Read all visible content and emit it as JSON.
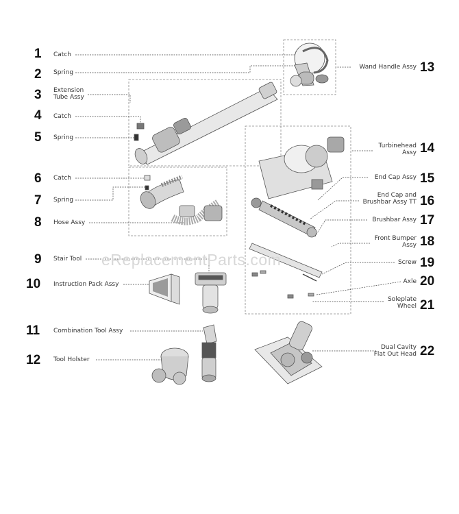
{
  "watermark": "eReplacementParts.com",
  "parts": [
    {
      "num": "1",
      "label": "Catch"
    },
    {
      "num": "2",
      "label": "Spring"
    },
    {
      "num": "3",
      "label": "Extension\nTube Assy"
    },
    {
      "num": "4",
      "label": "Catch"
    },
    {
      "num": "5",
      "label": "Spring"
    },
    {
      "num": "6",
      "label": "Catch"
    },
    {
      "num": "7",
      "label": "Spring"
    },
    {
      "num": "8",
      "label": "Hose Assy"
    },
    {
      "num": "9",
      "label": "Stair Tool"
    },
    {
      "num": "10",
      "label": "Instruction Pack Assy"
    },
    {
      "num": "11",
      "label": "Combination Tool Assy"
    },
    {
      "num": "12",
      "label": "Tool Holster"
    },
    {
      "num": "13",
      "label": "Wand Handle Assy"
    },
    {
      "num": "14",
      "label": "Turbinehead\nAssy"
    },
    {
      "num": "15",
      "label": "End Cap Assy"
    },
    {
      "num": "16",
      "label": "End Cap and\nBrushbar Assy TT"
    },
    {
      "num": "17",
      "label": "Brushbar Assy"
    },
    {
      "num": "18",
      "label": "Front Bumper\nAssy"
    },
    {
      "num": "19",
      "label": "Screw"
    },
    {
      "num": "20",
      "label": "Axle"
    },
    {
      "num": "21",
      "label": "Soleplate\nWheel"
    },
    {
      "num": "22",
      "label": "Dual Cavity\nFlat Out Head"
    }
  ]
}
